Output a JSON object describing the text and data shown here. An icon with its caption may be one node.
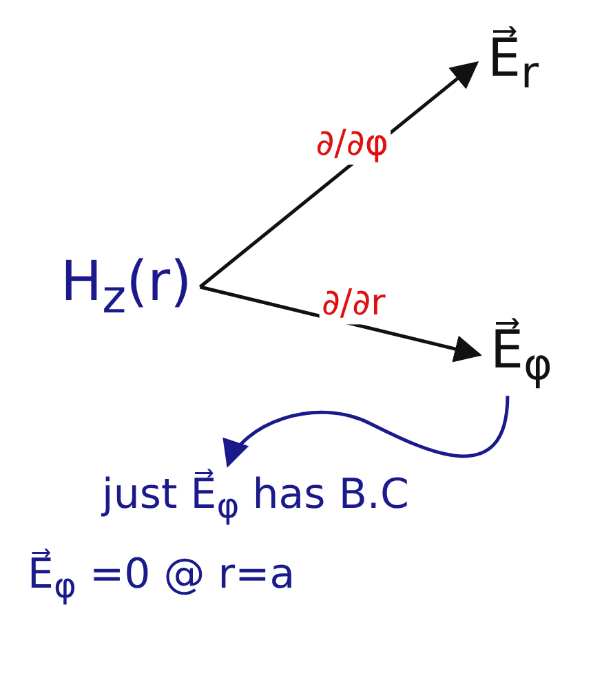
{
  "diagram": {
    "nodes": [
      {
        "text": [
          "H$_{z}$(r)"
        ]
      },
      {
        "text": [
          "E⃗$_{r}$"
        ]
      },
      {
        "text": [
          "E⃗$_{φ}$"
        ]
      },
      {
        "text": [
          "just E⃗$_{φ}$ has B.C"
        ]
      }
    ],
    "edges": [
      {
        "from": 0,
        "to": 1,
        "arrow": "to",
        "label": "∂/∂φ"
      },
      {
        "from": 0,
        "to": 2,
        "arrow": "to",
        "label": "∂/∂r"
      },
      {
        "from": 2,
        "to": 3,
        "arrow": "to",
        "color": "#1a1a8c"
      }
    ],
    "labels": [
      "E⃗$_{φ}$ =0 @ r=a"
    ]
  }
}
